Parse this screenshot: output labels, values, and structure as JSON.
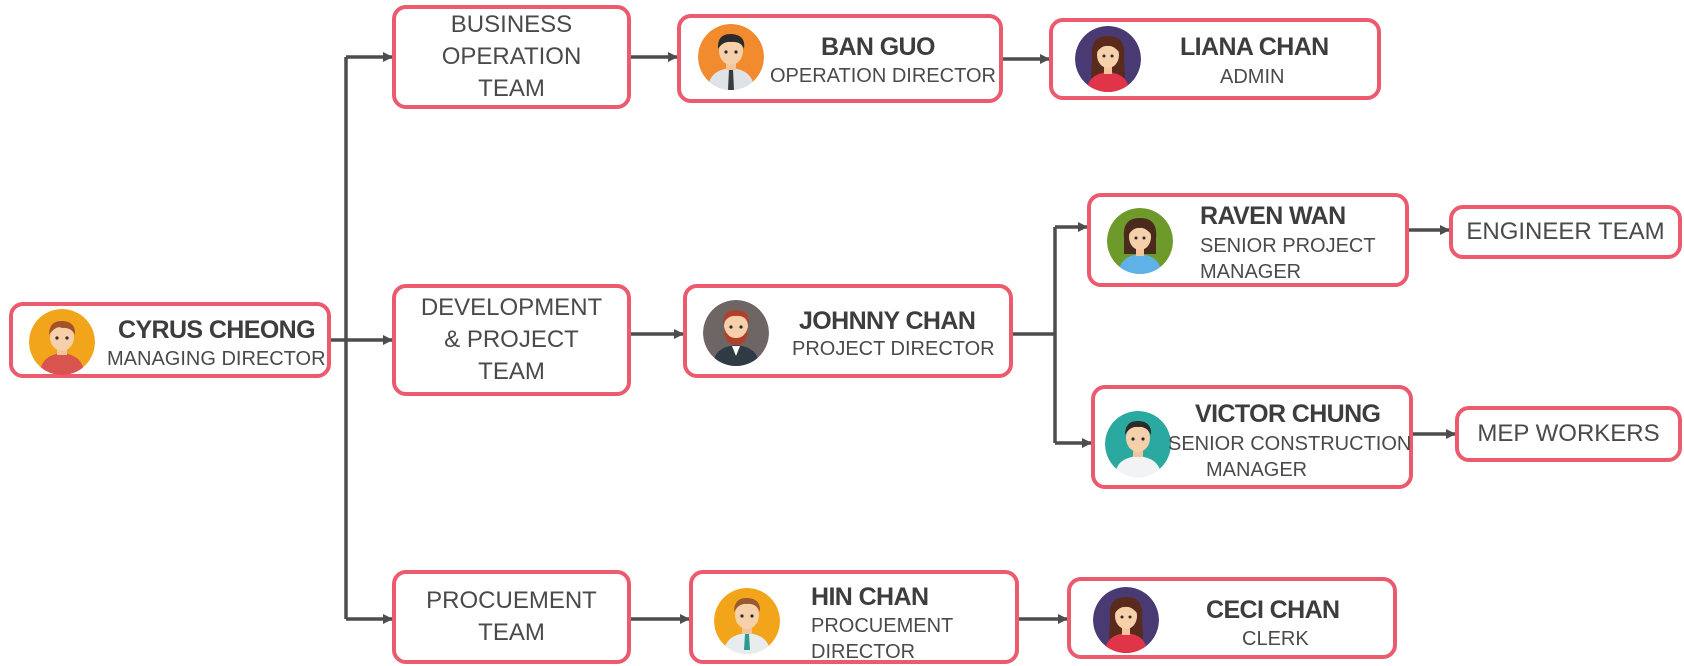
{
  "people": {
    "cyrus": {
      "name": "CYRUS CHEONG",
      "role": "MANAGING DIRECTOR"
    },
    "ban": {
      "name": "BAN GUO",
      "role": "OPERATION DIRECTOR"
    },
    "liana": {
      "name": "LIANA CHAN",
      "role": "ADMIN"
    },
    "johnny": {
      "name": "JOHNNY CHAN",
      "role": "PROJECT DIRECTOR"
    },
    "raven": {
      "name": "RAVEN WAN",
      "role_line1": "SENIOR PROJECT",
      "role_line2": "MANAGER"
    },
    "victor": {
      "name": "VICTOR CHUNG",
      "role_line1": "SENIOR CONSTRUCTION",
      "role_line2": "MANAGER"
    },
    "hin": {
      "name": "HIN CHAN",
      "role_line1": "PROCUEMENT",
      "role_line2": "DIRECTOR"
    },
    "ceci": {
      "name": "CECI CHAN",
      "role": "CLERK"
    }
  },
  "teams": {
    "business": "BUSINESS\nOPERATION\nTEAM",
    "development": "DEVELOPMENT\n& PROJECT\nTEAM",
    "procurement": "PROCUEMENT\nTEAM",
    "engineer": "ENGINEER TEAM",
    "mep": "MEP WORKERS"
  },
  "colors": {
    "box_border": "#ec5a6e",
    "connector": "#4d4d4d",
    "avatar_orange": "#f28a2e",
    "avatar_purple": "#4a3a73",
    "avatar_green": "#6e9a2c",
    "avatar_teal": "#29a99f",
    "avatar_gray": "#6e6665",
    "avatar_amber": "#f2a51a"
  },
  "avatars": {
    "cyrus": "boy-avatar-icon",
    "ban": "businessman-avatar-icon",
    "liana": "woman-avatar-icon",
    "johnny": "bearded-man-avatar-icon",
    "raven": "woman-avatar-icon",
    "victor": "man-avatar-icon",
    "hin": "man-avatar-icon",
    "ceci": "woman-avatar-icon"
  }
}
